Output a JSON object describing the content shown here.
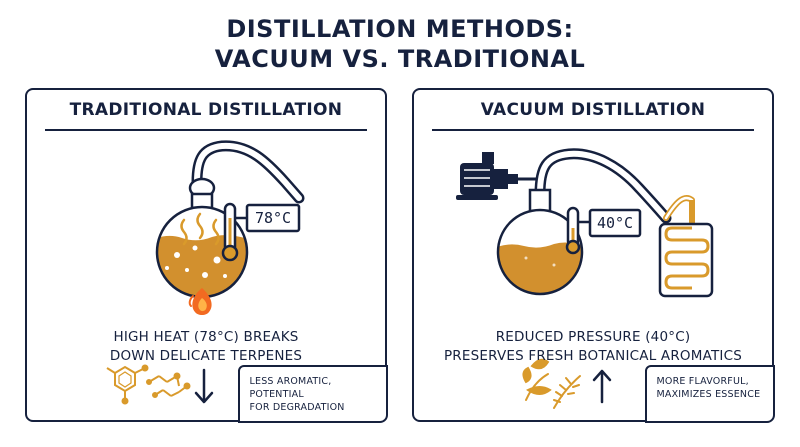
{
  "header": {
    "title_line1": "DISTILLATION METHODS:",
    "title_line2": "VACUUM VS. TRADITIONAL"
  },
  "traditional": {
    "title": "TRADITIONAL DISTILLATION",
    "temperature": "78°C",
    "caption_line1": "HIGH HEAT (78°C) BREAKS",
    "caption_line2": "DOWN DELICATE TERPENES",
    "note_line1": "LESS AROMATIC, POTENTIAL",
    "note_line2": "FOR DEGRADATION",
    "trend": "down"
  },
  "vacuum": {
    "title": "VACUUM DISTILLATION",
    "temperature": "40°C",
    "caption_line1": "REDUCED PRESSURE (40°C)",
    "caption_line2": "PRESERVES FRESH BOTANICAL AROMATICS",
    "note_line1": "MORE FLAVORFUL,",
    "note_line2": "MAXIMIZES ESSENCE",
    "trend": "up"
  },
  "colors": {
    "navy": "#16213e",
    "amber": "#d99a2b",
    "liquid": "#d2902e",
    "flame": "#f26a21"
  },
  "icons": {
    "traditional": [
      "flask-icon",
      "thermometer-icon",
      "flame-icon",
      "molecule-icon",
      "arrow-down-icon"
    ],
    "vacuum": [
      "vacuum-pump-icon",
      "flask-icon",
      "thermometer-icon",
      "condenser-icon",
      "leaf-icon",
      "arrow-up-icon"
    ]
  }
}
